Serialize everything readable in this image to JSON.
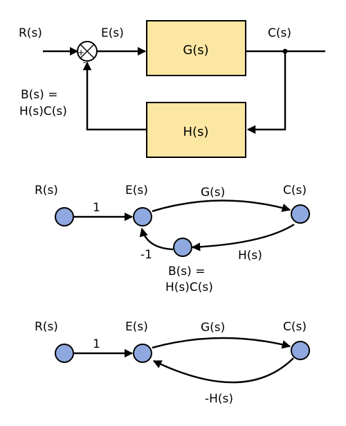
{
  "block_diagram": {
    "input": "R(s)",
    "error": "E(s)",
    "output": "C(s)",
    "forward_block": "G(s)",
    "feedback_block": "H(s)",
    "feedback_signal_line1": "B(s) =",
    "feedback_signal_line2": "H(s)C(s)",
    "sum_plus": "+",
    "sum_minus": "-"
  },
  "signal_flow_graph_1": {
    "node_r": "R(s)",
    "node_e": "E(s)",
    "node_c": "C(s)",
    "gain_re": "1",
    "gain_ec": "G(s)",
    "gain_cb": "H(s)",
    "gain_be": "-1",
    "node_b_line1": "B(s) =",
    "node_b_line2": "H(s)C(s)"
  },
  "signal_flow_graph_2": {
    "node_r": "R(s)",
    "node_e": "E(s)",
    "node_c": "C(s)",
    "gain_re": "1",
    "gain_ec": "G(s)",
    "gain_ce": "-H(s)"
  }
}
